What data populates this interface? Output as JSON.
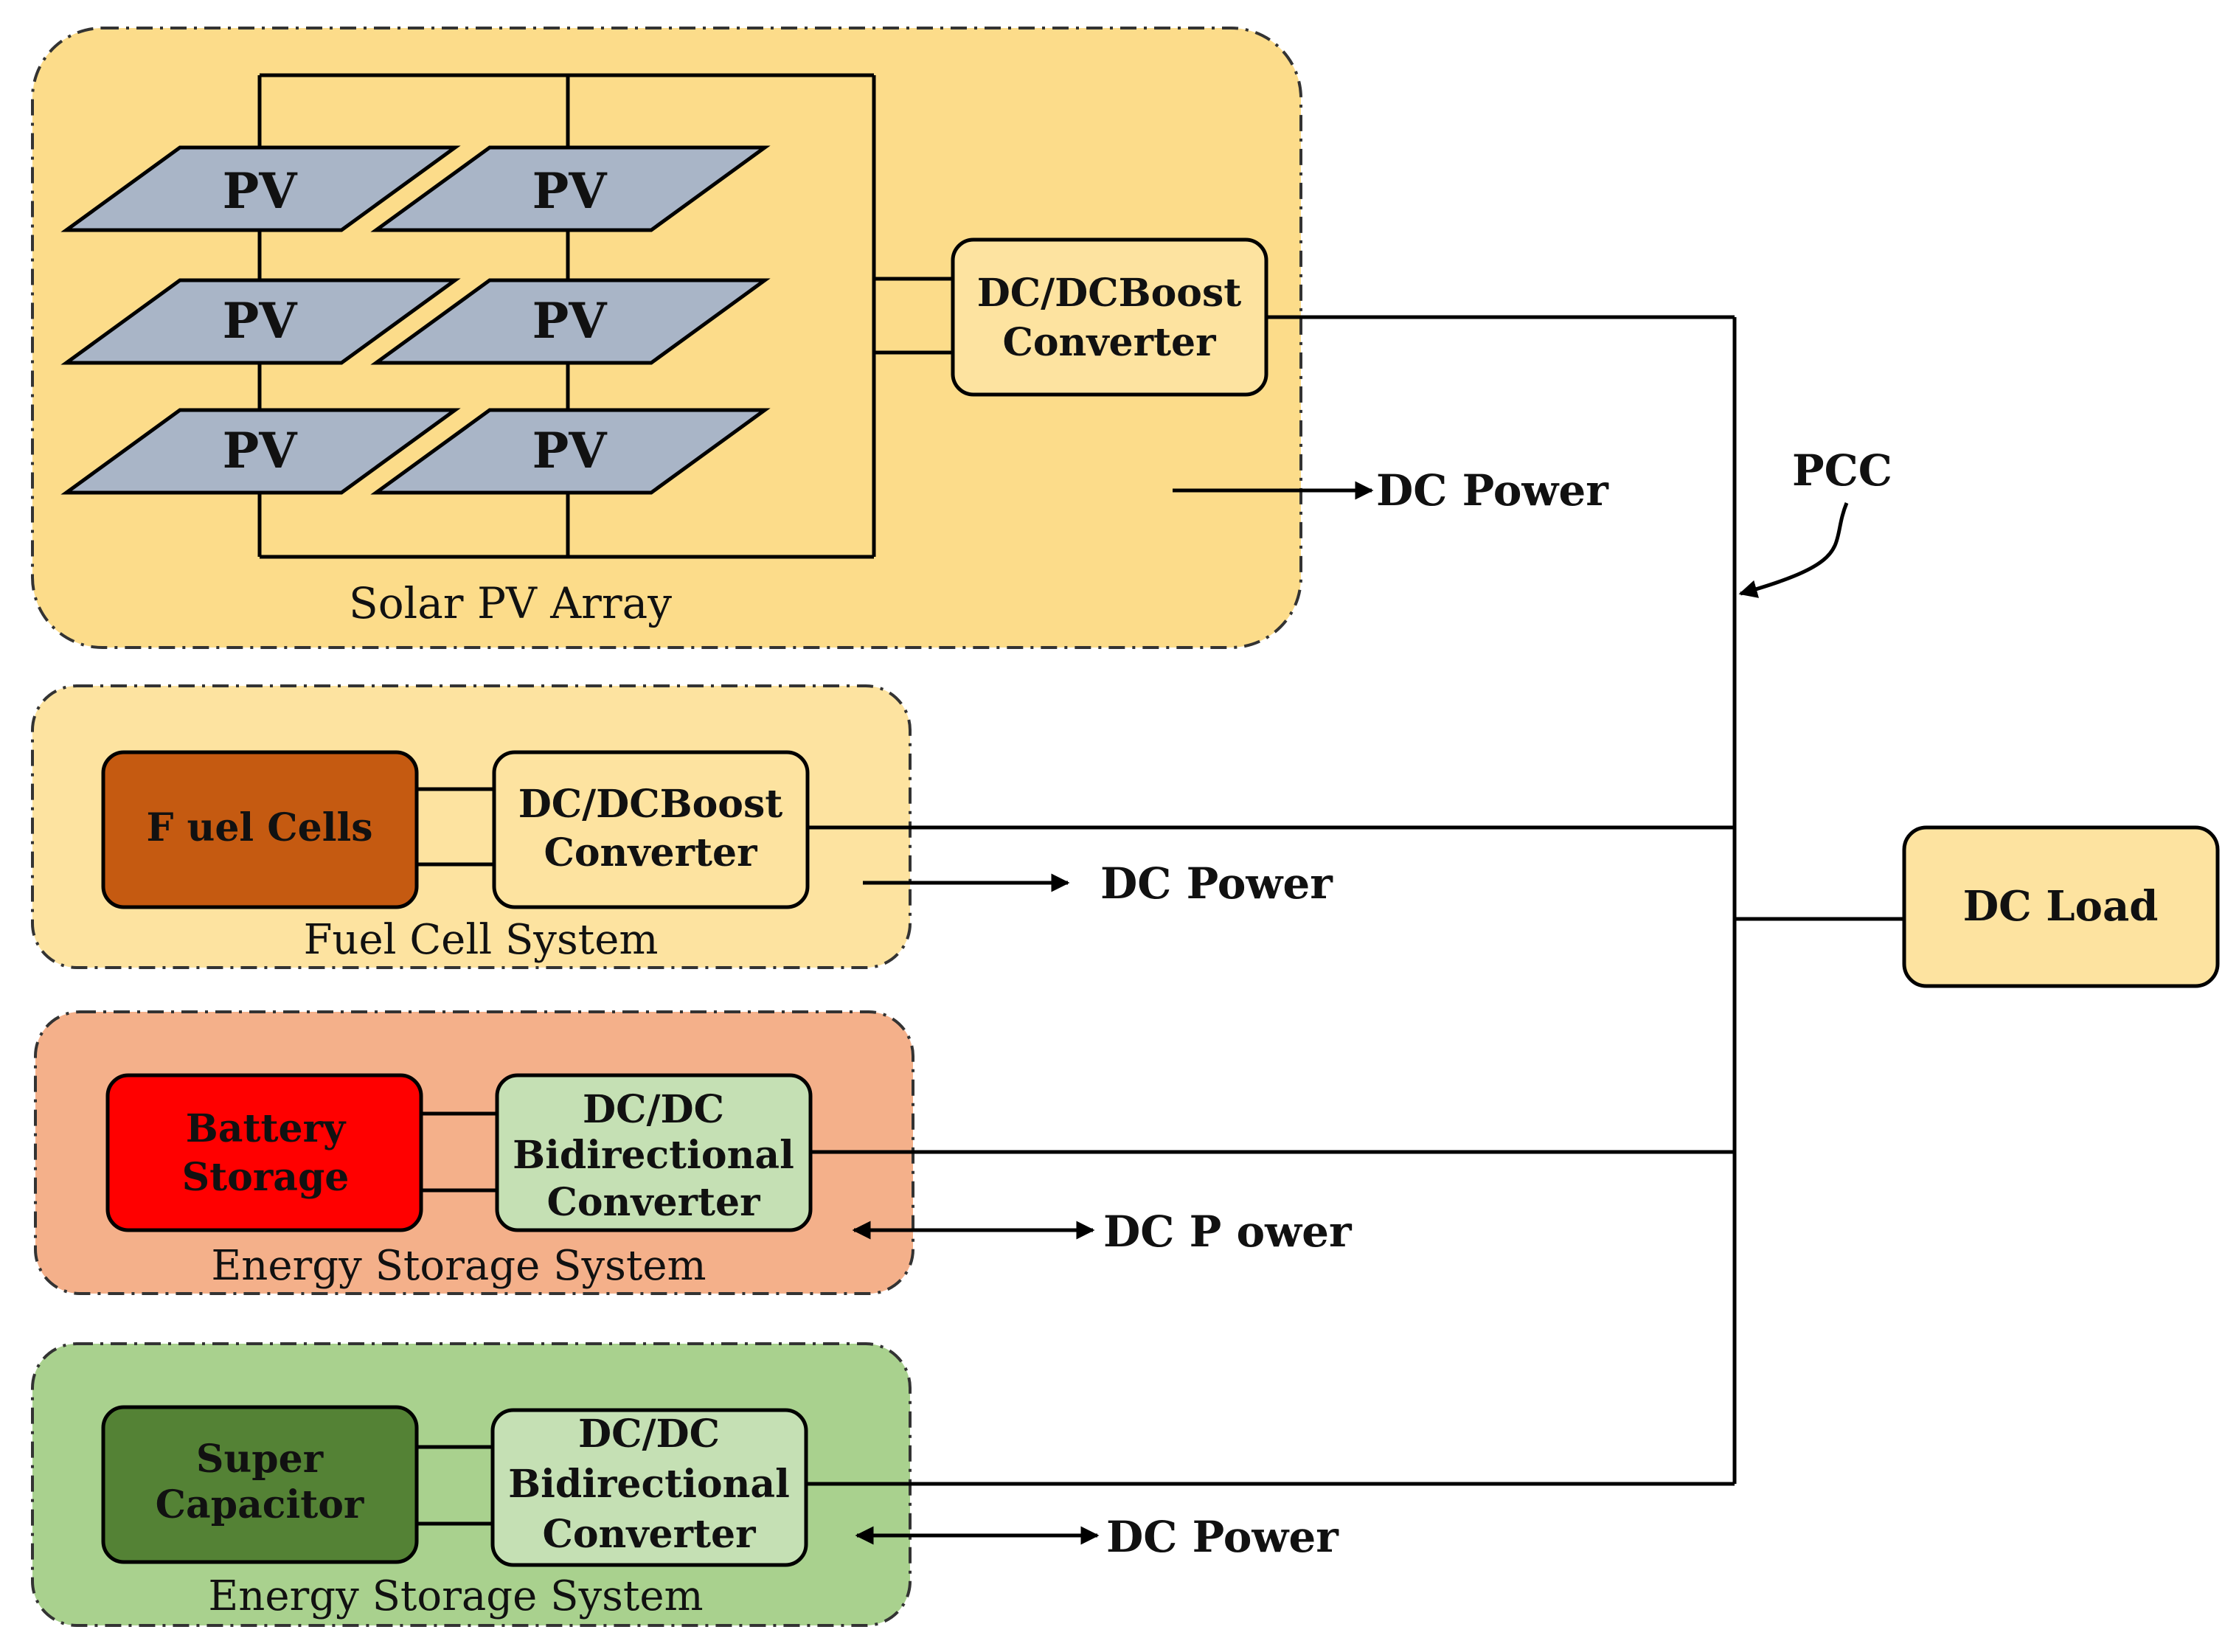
{
  "pv_label": "PV",
  "pv_converter": {
    "line1": "DC/DCBoost",
    "line2": "Converter"
  },
  "pv_group_label": "Solar PV Array",
  "pv_power": "DC Power",
  "pcc": "PCC",
  "fuel": {
    "source_label": "F uel Cells",
    "converter": {
      "line1": "DC/DCBoost",
      "line2": "Converter"
    },
    "group_label": "Fuel Cell System",
    "power": "DC Power"
  },
  "battery": {
    "source": {
      "line1": "Battery",
      "line2": "Storage"
    },
    "converter": {
      "line1": "DC/DC",
      "line2": "Bidirectional",
      "line3": "Converter"
    },
    "group_label": "Energy Storage System",
    "power": "DC P ower"
  },
  "supercap": {
    "source": {
      "line1": "Super",
      "line2": "Capacitor"
    },
    "converter": {
      "line1": "DC/DC",
      "line2": "Bidirectional",
      "line3": "Converter"
    },
    "group_label": "Energy Storage System",
    "power": "DC Power"
  },
  "load_label": "DC Load",
  "colors": {
    "pv_group": "#fcdc8a",
    "fuel_group": "#fde3a0",
    "battery_group": "#f4b08a",
    "supercap_group": "#a9d18e",
    "pv_panel": "#a9b5c7",
    "fuel_cell": "#c55a11",
    "battery": "#ff0000",
    "supercap": "#548235",
    "converter_yellow": "#fde3a0",
    "converter_green": "#c5e0b4",
    "load": "#fde3a0"
  }
}
